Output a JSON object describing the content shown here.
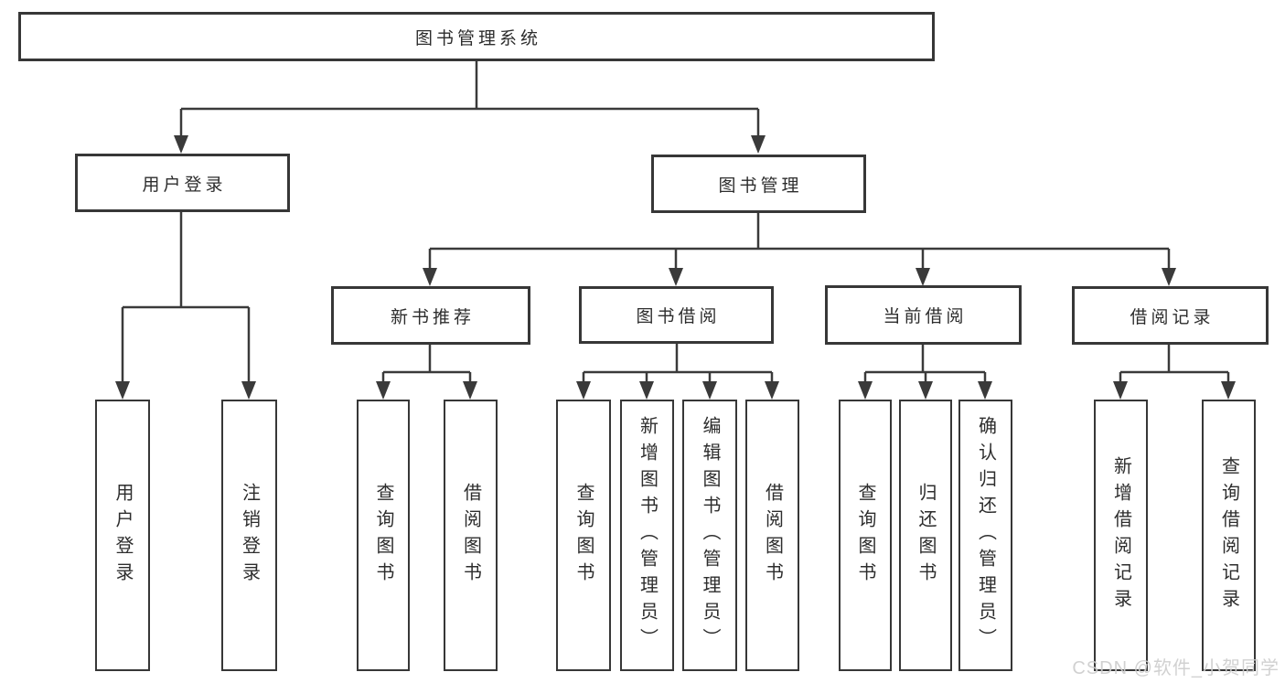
{
  "tree": {
    "root": "图书管理系统",
    "branches": [
      {
        "label": "用户登录",
        "children": [
          "用户登录",
          "注销登录"
        ]
      },
      {
        "label": "图书管理",
        "groups": [
          {
            "label": "新书推荐",
            "children": [
              "查询图书",
              "借阅图书"
            ]
          },
          {
            "label": "图书借阅",
            "children": [
              "查询图书",
              "新增图书（管理员）",
              "编辑图书（管理员）",
              "借阅图书"
            ]
          },
          {
            "label": "当前借阅",
            "children": [
              "查询图书",
              "归还图书",
              "确认归还（管理员）"
            ]
          },
          {
            "label": "借阅记录",
            "children": [
              "新增借阅记录",
              "查询借阅记录"
            ]
          }
        ]
      }
    ]
  },
  "watermark": {
    "text": "CSDN @软件_小贺同学"
  },
  "colors": {
    "line": "#3a3a3a",
    "box_border": "#373737",
    "text": "#2d2d2d",
    "background": "#ffffff",
    "watermark": "#cdcdcd"
  }
}
